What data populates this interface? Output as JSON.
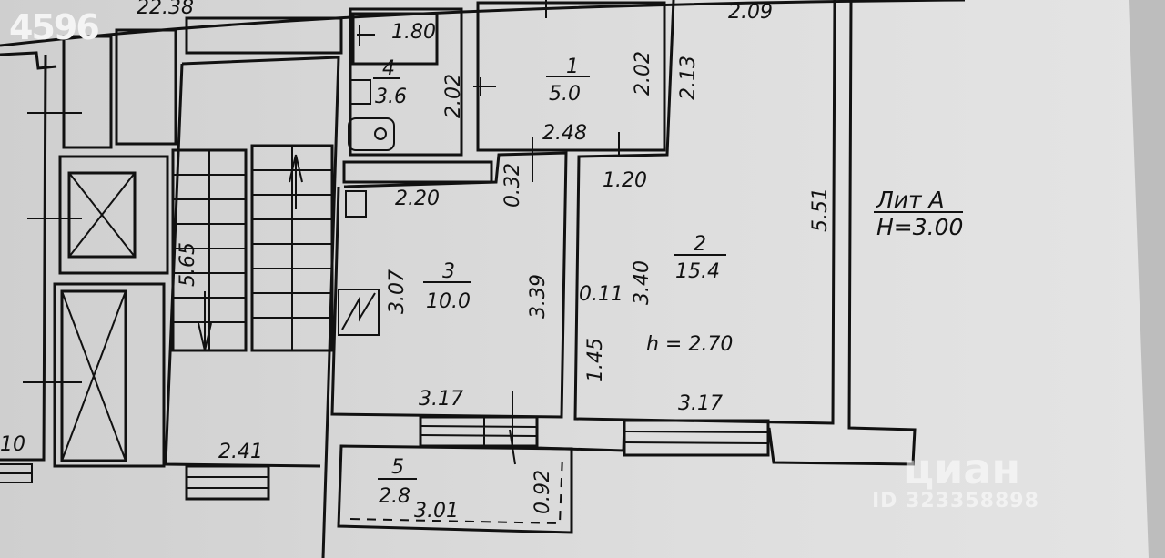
{
  "corner_number": "4596",
  "legend": {
    "title": "Лит А",
    "height": "H=3.00"
  },
  "rooms": [
    {
      "number": "1",
      "area": "5.0"
    },
    {
      "number": "2",
      "area": "15.4"
    },
    {
      "number": "3",
      "area": "10.0"
    },
    {
      "number": "4",
      "area": "3.6"
    },
    {
      "number": "5",
      "area": "2.8"
    }
  ],
  "ceiling_height": "h = 2.70",
  "dimensions": {
    "top_left": "22.38",
    "d_1_80": "1.80",
    "d_2_02_a": "2.02",
    "d_2_02_b": "2.02",
    "d_2_13": "2.13",
    "d_2_09": "2.09",
    "d_2_48": "2.48",
    "d_1_20": "1.20",
    "d_0_32": "0.32",
    "d_2_20": "2.20",
    "d_3_07": "3.07",
    "d_3_39": "3.39",
    "d_5_65": "5.65",
    "d_5_51": "5.51",
    "d_0_11": "0.11",
    "d_3_40": "3.40",
    "d_1_45": "1.45",
    "d_3_17_a": "3.17",
    "d_3_17_b": "3.17",
    "d_2_41": "2.41",
    "d_3_01": "3.01",
    "d_0_92": "0.92",
    "d_10": "10"
  },
  "watermark": {
    "brand": "циан",
    "id": "ID 323358898"
  }
}
